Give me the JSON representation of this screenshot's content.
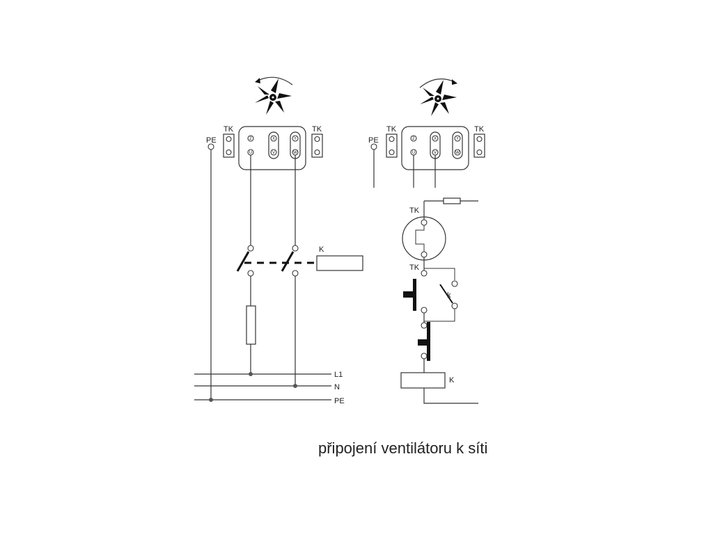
{
  "caption": "připojení ventilátoru k síti",
  "labels": {
    "pe": "PE",
    "tk": "TK",
    "contactor": "K",
    "aux_contact": "k",
    "l1": "L1",
    "n": "N",
    "pe_rail": "PE"
  },
  "terminals": {
    "z": "Z",
    "x": "X",
    "y": "Y",
    "u": "U",
    "v": "V",
    "w": "W"
  },
  "colors": {
    "line": "#333333",
    "text": "#222222",
    "fill": "#111111"
  }
}
